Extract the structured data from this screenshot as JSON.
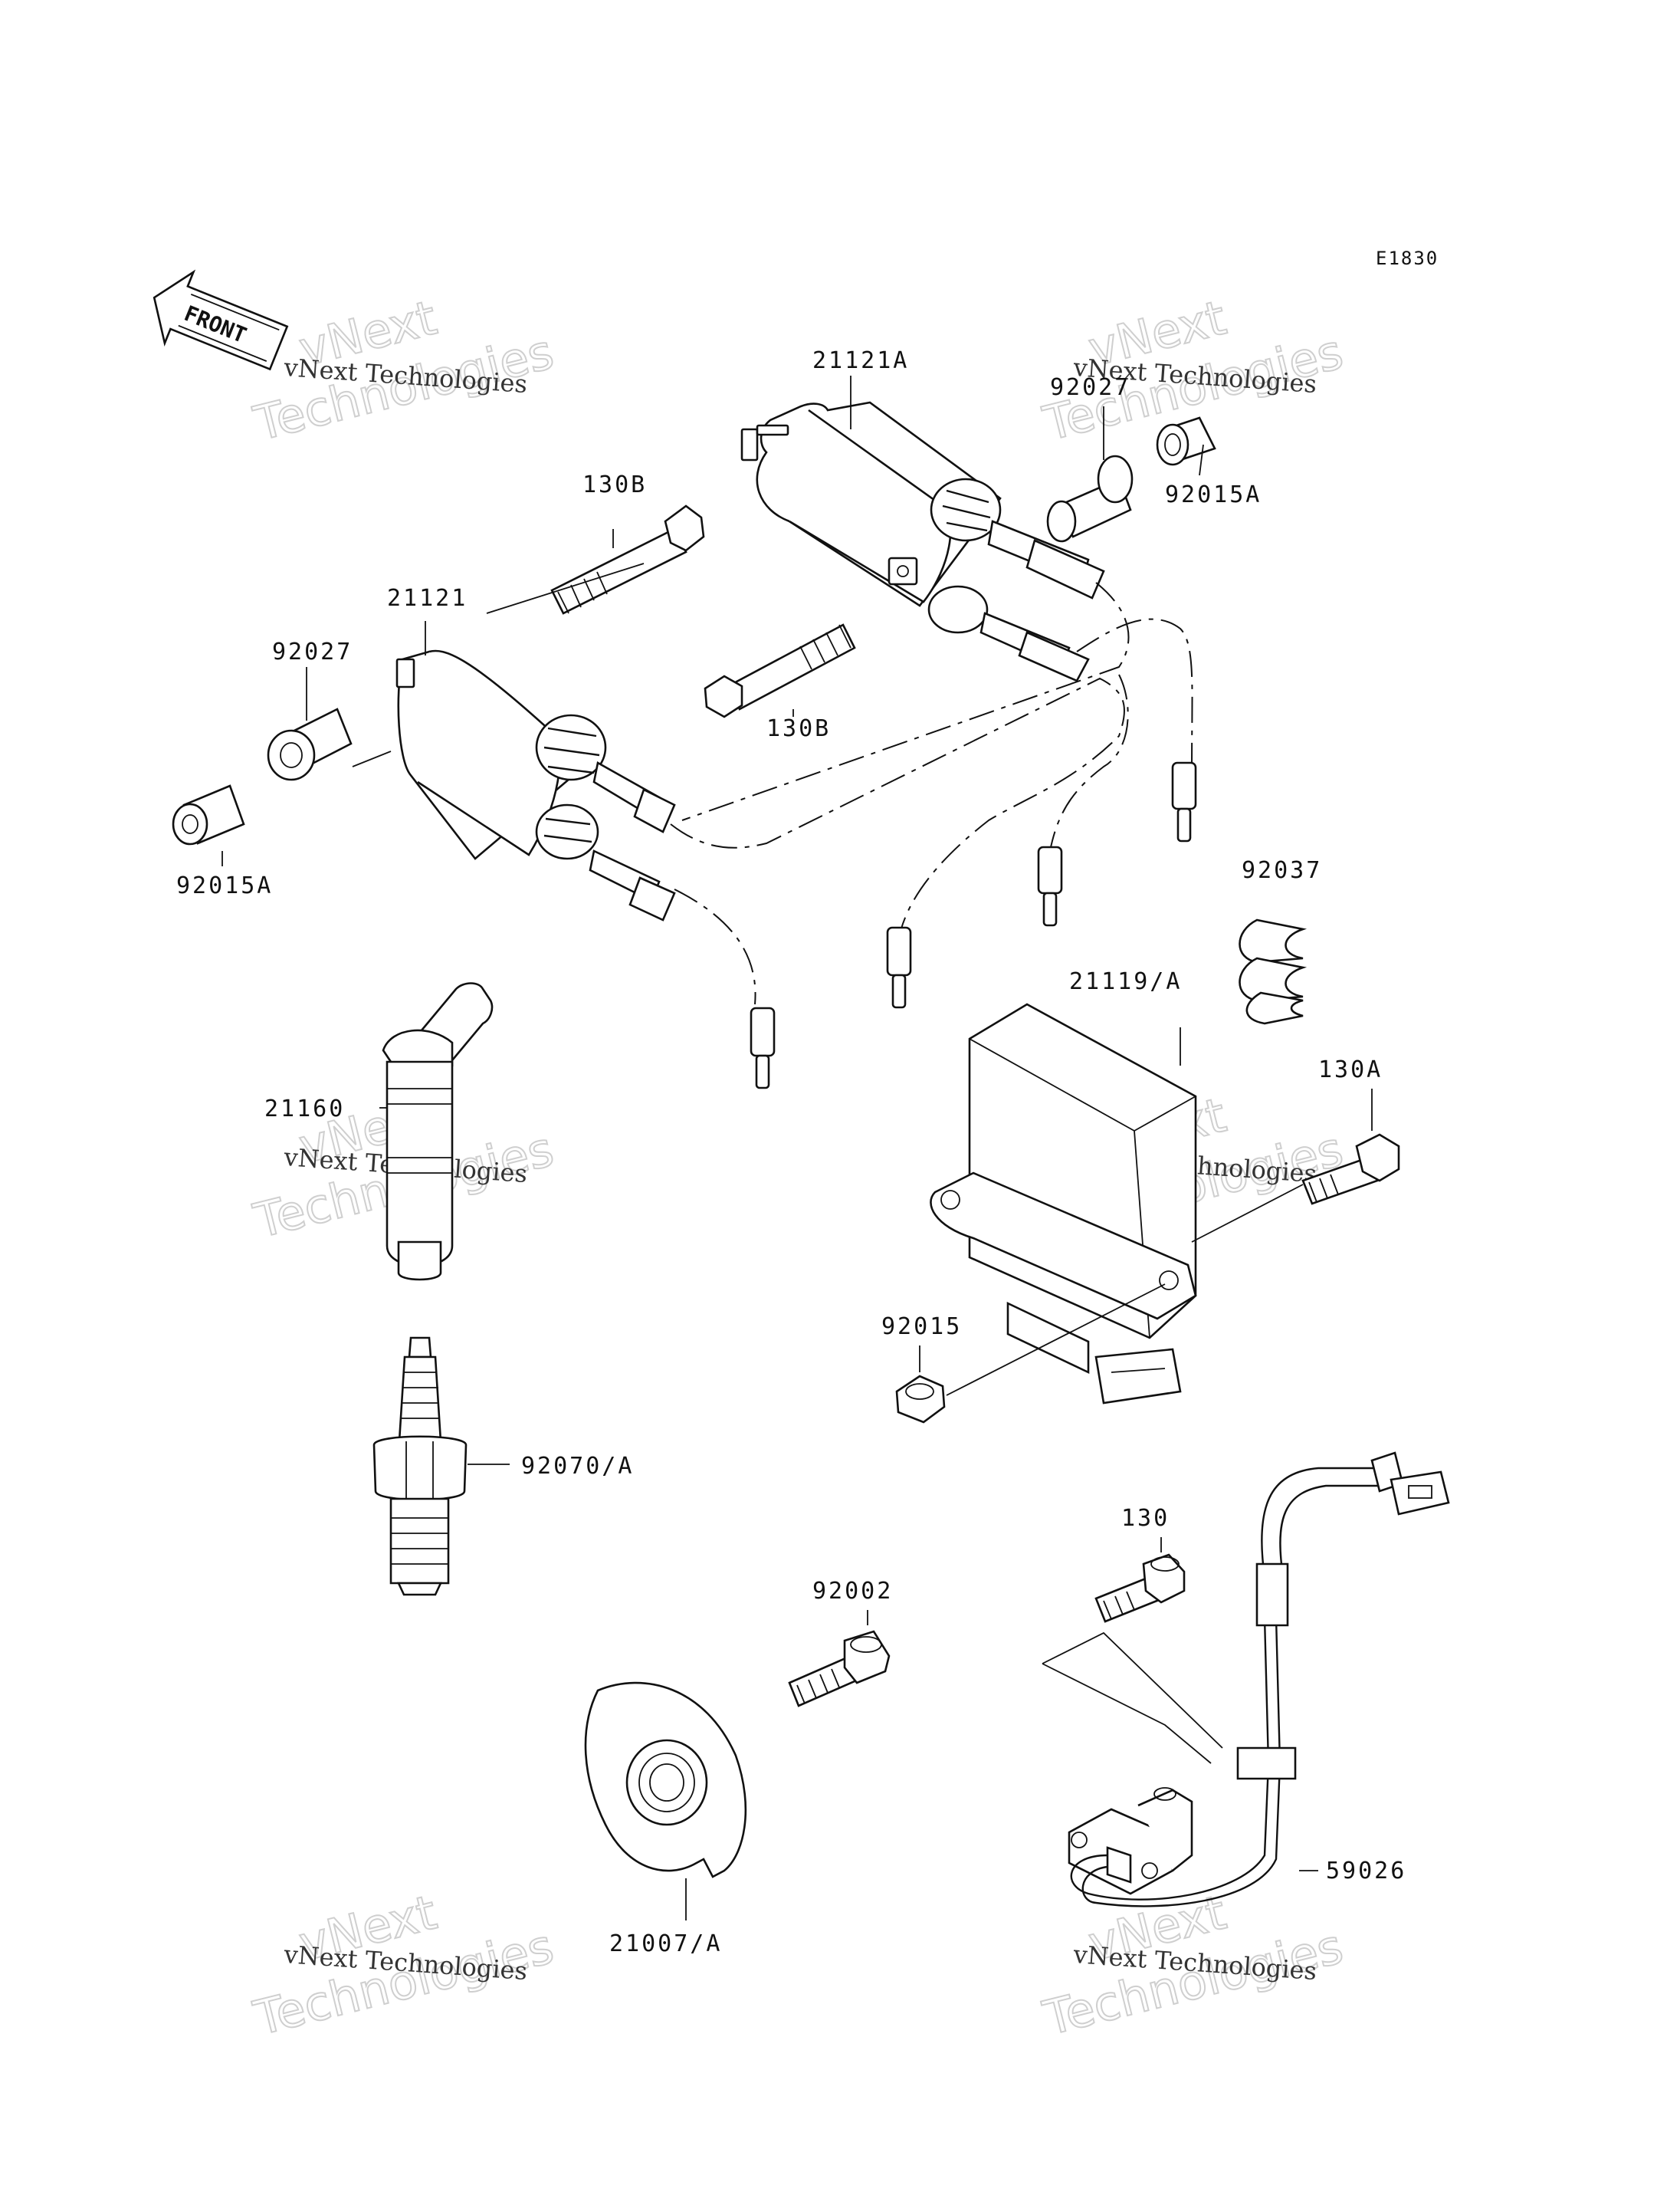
{
  "diagram": {
    "reference_code": "E1830",
    "front_label": "FRONT",
    "watermark": {
      "line1": "vNext",
      "line2": "Technologies",
      "caption": "vNext Technologies"
    },
    "parts": [
      {
        "id": "21121A",
        "label": "21121A"
      },
      {
        "id": "92027-top",
        "label": "92027"
      },
      {
        "id": "92015A-top",
        "label": "92015A"
      },
      {
        "id": "130B-top",
        "label": "130B"
      },
      {
        "id": "130B-bottom",
        "label": "130B"
      },
      {
        "id": "21121",
        "label": "21121"
      },
      {
        "id": "92027-left",
        "label": "92027"
      },
      {
        "id": "92015A-left",
        "label": "92015A"
      },
      {
        "id": "92037",
        "label": "92037"
      },
      {
        "id": "21119A",
        "label": "21119/A"
      },
      {
        "id": "130A",
        "label": "130A"
      },
      {
        "id": "21160",
        "label": "21160"
      },
      {
        "id": "92015",
        "label": "92015"
      },
      {
        "id": "92070A",
        "label": "92070/A"
      },
      {
        "id": "130",
        "label": "130"
      },
      {
        "id": "92002",
        "label": "92002"
      },
      {
        "id": "59026",
        "label": "59026"
      },
      {
        "id": "21007A",
        "label": "21007/A"
      }
    ]
  }
}
